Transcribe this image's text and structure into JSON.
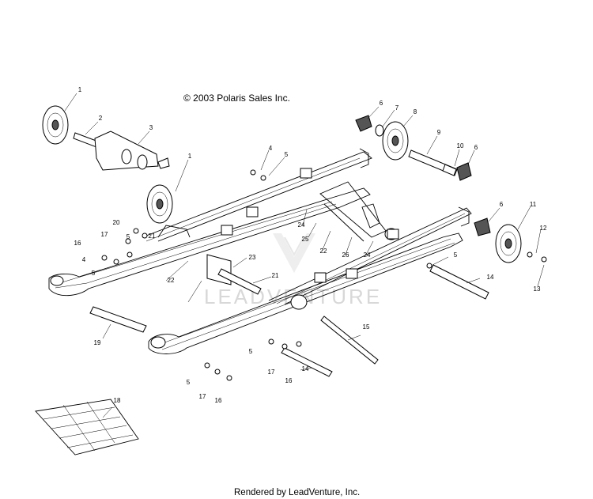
{
  "copyright": "© 2003 Polaris Sales Inc.",
  "footer": "Rendered by LeadVenture, Inc.",
  "watermark": "LEADVENTURE",
  "callouts": [
    "1",
    "2",
    "3",
    "1",
    "6",
    "7",
    "8",
    "9",
    "10",
    "6",
    "4",
    "5",
    "20",
    "17",
    "16",
    "4",
    "5",
    "21",
    "5",
    "24",
    "25",
    "22",
    "26",
    "24",
    "6",
    "11",
    "12",
    "13",
    "23",
    "21",
    "22",
    "5",
    "14",
    "19",
    "15",
    "5",
    "17",
    "16",
    "5",
    "17",
    "16",
    "14",
    "18"
  ]
}
